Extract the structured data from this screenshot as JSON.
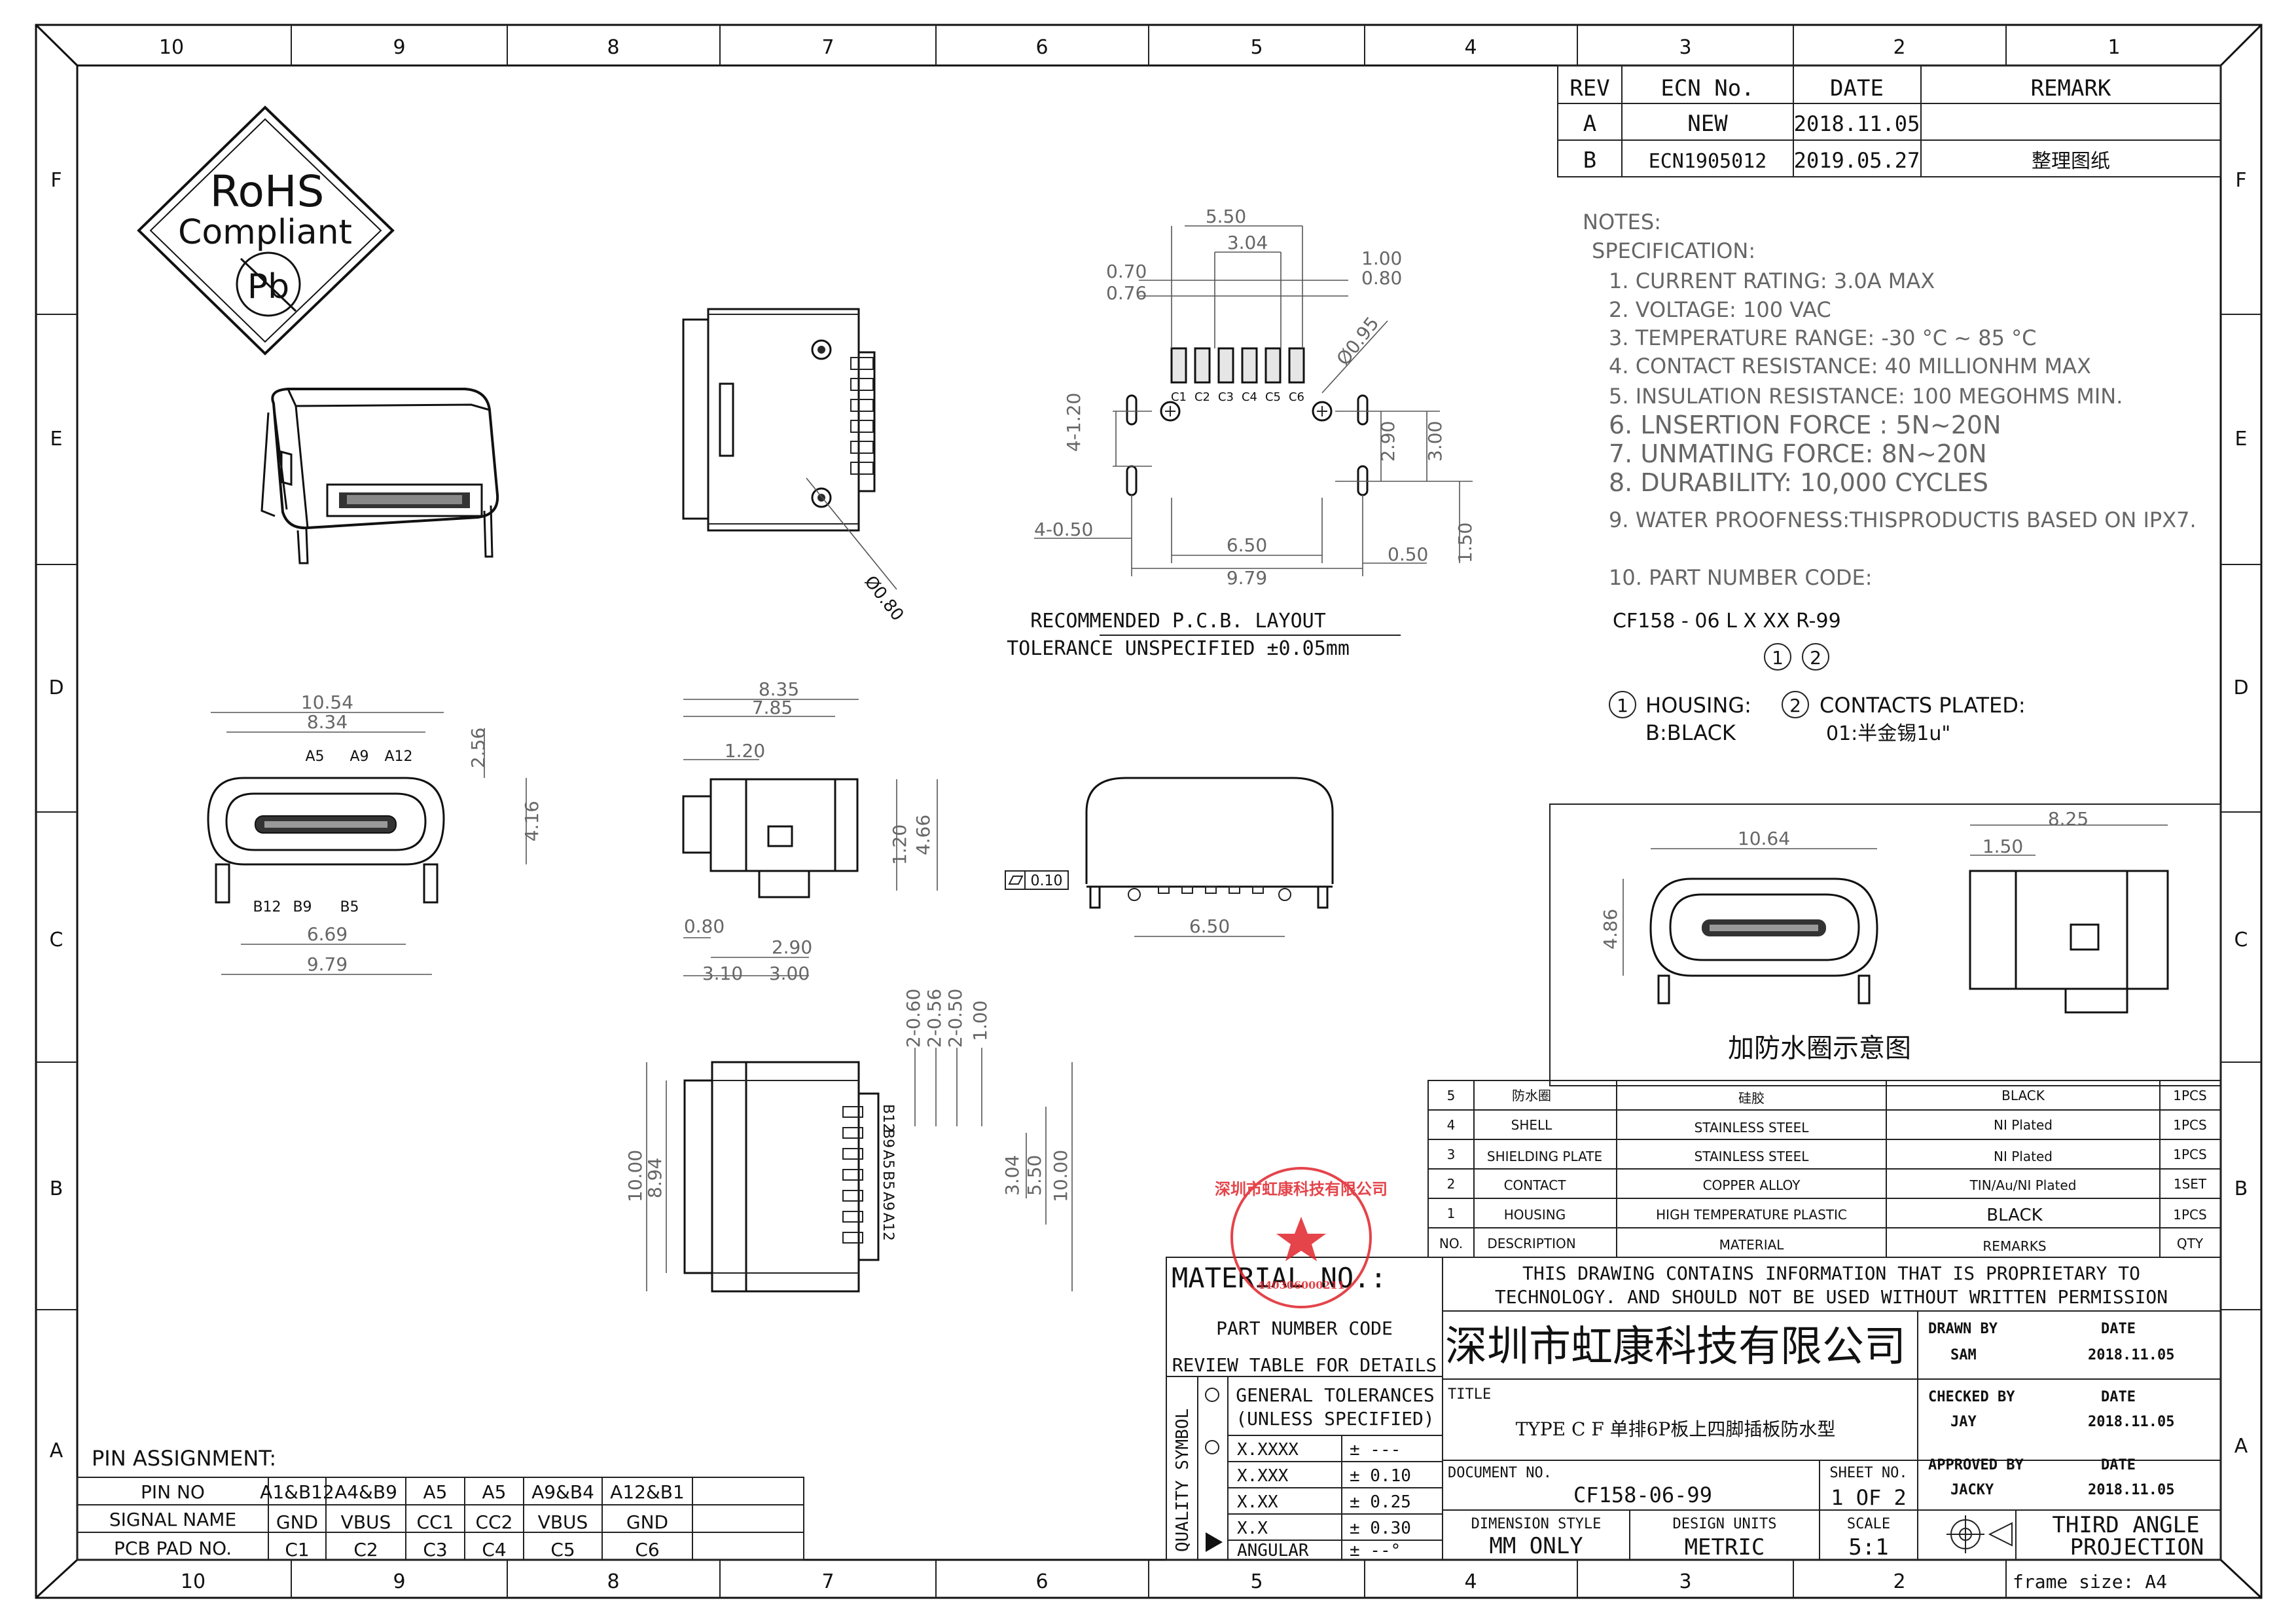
{
  "frame": {
    "col_labels": [
      "10",
      "9",
      "8",
      "7",
      "6",
      "5",
      "4",
      "3",
      "2",
      "1"
    ],
    "row_labels": [
      "F",
      "E",
      "D",
      "C",
      "B",
      "A"
    ],
    "frame_size": "frame size: A4"
  },
  "revision_table": {
    "headers": [
      "REV",
      "ECN No.",
      "DATE",
      "REMARK"
    ],
    "rows": [
      [
        "A",
        "NEW",
        "2018.11.05",
        ""
      ],
      [
        "B",
        "ECN1905012",
        "2019.05.27",
        "整理图纸"
      ]
    ]
  },
  "notes": {
    "title": "NOTES:",
    "spec": "SPECIFICATION:",
    "items": [
      "1. CURRENT RATING: 3.0A MAX",
      "2. VOLTAGE: 100 VAC",
      "3. TEMPERATURE RANGE: -30 °C ~ 85 °C",
      "4. CONTACT RESISTANCE: 40 MILLIONHM MAX",
      "5. INSULATION RESISTANCE: 100 MEGOHMS MIN.",
      "6. LNSERTION FORCE : 5N~20N",
      "7. UNMATING FORCE: 8N~20N",
      "8. DURABILITY: 10,000 CYCLES",
      "9. WATER PROOFNESS:THISPRODUCTIS BASED ON IPX7.",
      "10. PART NUMBER CODE:"
    ],
    "part_code": "CF158 - 06 L X XX R-99",
    "circle1": "1",
    "circle2": "2",
    "housing_label": "HOUSING:",
    "housing_value": "B:BLACK",
    "contacts_label": "CONTACTS PLATED:",
    "contacts_value": "01:半金锡1u\""
  },
  "rohs": {
    "line1": "RoHS",
    "line2": "Compliant",
    "pb": "Pb"
  },
  "pcb_layout": {
    "title": "RECOMMENDED P.C.B. LAYOUT",
    "tolerance": "TOLERANCE UNSPECIFIED ±0.05mm",
    "dims": {
      "d550": "5.50",
      "d304": "3.04",
      "d100": "1.00",
      "d080": "0.80",
      "d070": "0.70",
      "d076": "0.76",
      "d095": "Ø0.95",
      "d4_120": "4-1.20",
      "d290": "2.90",
      "d300": "3.00",
      "d4_050": "4-0.50",
      "d650": "6.50",
      "d979": "9.79",
      "d050": "0.50",
      "d150": "1.50"
    },
    "pads": [
      "C1",
      "C2",
      "C3",
      "C4",
      "C5",
      "C6"
    ]
  },
  "top_view": {
    "dia": "Ø0.80"
  },
  "front_view": {
    "dims": {
      "w1054": "10.54",
      "w834": "8.34",
      "h256": "2.56",
      "h416": "4.16",
      "w669": "6.69",
      "w979": "9.79"
    },
    "top_pins": [
      "A5",
      "A9",
      "A12"
    ],
    "bottom_pins": [
      "B12",
      "B9",
      "B5"
    ]
  },
  "side_view": {
    "dims": {
      "w835": "8.35",
      "w785": "7.85",
      "w120": "1.20",
      "h120": "1.20",
      "h466": "4.66",
      "w080": "0.80",
      "w290": "2.90",
      "w310": "3.10",
      "w300": "3.00"
    }
  },
  "back_view": {
    "flat": "0.10",
    "w650": "6.50"
  },
  "bottom_view": {
    "dims": {
      "d2_060": "2-0.60",
      "d2_056": "2-0.56",
      "d2_050": "2-0.50",
      "d100": "1.00",
      "h1000a": "10.00",
      "h894": "8.94",
      "h304": "3.04",
      "h550": "5.50",
      "h1000b": "10.00"
    },
    "pin_labels": [
      "B12",
      "B9",
      "A5",
      "B5",
      "A9",
      "A12"
    ]
  },
  "waterproof_view": {
    "dims": {
      "w1064": "10.64",
      "h486": "4.86",
      "w825": "8.25",
      "w150": "1.50"
    },
    "caption": "加防水圈示意图"
  },
  "bom": {
    "rows": [
      [
        "5",
        "防水圈",
        "硅胶",
        "BLACK",
        "1PCS"
      ],
      [
        "4",
        "SHELL",
        "STAINLESS STEEL",
        "NI Plated",
        "1PCS"
      ],
      [
        "3",
        "SHIELDING PLATE",
        "STAINLESS STEEL",
        "NI Plated",
        "1PCS"
      ],
      [
        "2",
        "CONTACT",
        "COPPER ALLOY",
        "TIN/Au/NI Plated",
        "1SET"
      ],
      [
        "1",
        "HOUSING",
        "HIGH TEMPERATURE PLASTIC",
        "BLACK",
        "1PCS"
      ]
    ],
    "header": [
      "NO.",
      "DESCRIPTION",
      "MATERIAL",
      "REMARKS",
      "QTY"
    ]
  },
  "title_block": {
    "material_no": "MATERIAL NO.:",
    "part_number_code": "PART NUMBER CODE",
    "review_table": "REVIEW TABLE FOR DETAILS",
    "quality_symbol": "QUALITY SYMBOL",
    "general_tol": "GENERAL TOLERANCES",
    "unless": "(UNLESS SPECIFIED)",
    "tol_rows": [
      [
        "X.XXXX",
        "± ---"
      ],
      [
        "X.XXX",
        "± 0.10"
      ],
      [
        "X.XX",
        "± 0.25"
      ],
      [
        "X.X",
        "± 0.30"
      ],
      [
        "ANGULAR",
        "± --°"
      ]
    ],
    "proprietary1": "THIS DRAWING CONTAINS INFORMATION THAT IS PROPRIETARY TO",
    "proprietary2": "TECHNOLOGY. AND SHOULD NOT BE USED WITHOUT WRITTEN PERMISSION",
    "company": "深圳市虹康科技有限公司",
    "title_label": "TITLE",
    "title_value": "TYPE C F 单排6P板上四脚插板防水型",
    "doc_no_label": "DOCUMENT NO.",
    "doc_no_value": "CF158-06-99",
    "sheet_label": "SHEET NO.",
    "sheet_value": "1 OF 2",
    "dim_style_label": "DIMENSION STYLE",
    "dim_style_value": "MM ONLY",
    "design_units_label": "DESIGN UNITS",
    "design_units_value": "METRIC",
    "scale_label": "SCALE",
    "scale_value": "5:1",
    "drawn_by": "DRAWN BY",
    "drawn_name": "SAM",
    "drawn_date_l": "DATE",
    "drawn_date": "2018.11.05",
    "checked_by": "CHECKED BY",
    "checked_name": "JAY",
    "checked_date_l": "DATE",
    "checked_date": "2018.11.05",
    "approved_by": "APPROVED BY",
    "approved_name": "JACKY",
    "approved_date_l": "DATE",
    "approved_date": "2018.11.05",
    "projection1": "THIRD ANGLE",
    "projection2": "PROJECTION"
  },
  "pin_assignment": {
    "title": "PIN ASSIGNMENT:",
    "rows": [
      [
        "PIN NO",
        "A1&B12",
        "A4&B9",
        "A5",
        "A5",
        "A9&B4",
        "A12&B1"
      ],
      [
        "SIGNAL NAME",
        "GND",
        "VBUS",
        "CC1",
        "CC2",
        "VBUS",
        "GND"
      ],
      [
        "PCB PAD NO.",
        "C1",
        "C2",
        "C3",
        "C4",
        "C5",
        "C6"
      ]
    ]
  },
  "stamp": {
    "text": "深圳市虹康科技有限公司",
    "code": "440306000211"
  }
}
